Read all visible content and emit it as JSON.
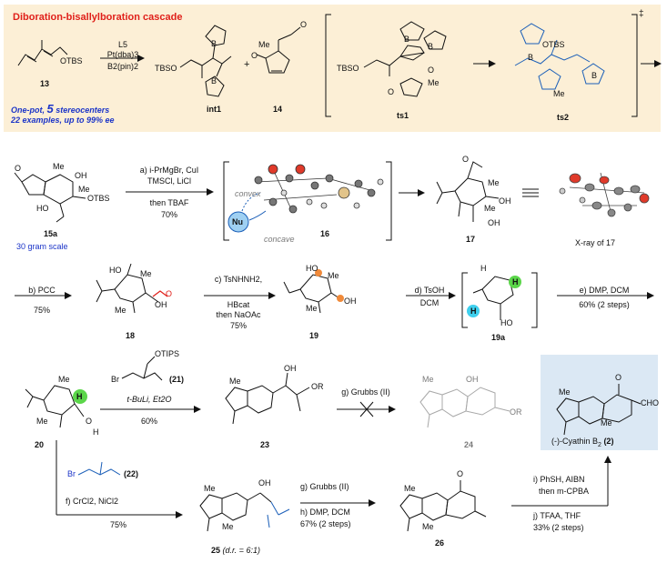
{
  "banner": {
    "title": "Diboration-bisallylboration cascade",
    "onepot_prefix": "One-pot, ",
    "onepot_number": "5",
    "onepot_suffix": " stereocenters",
    "examples": "22 examples, up to 99% ee"
  },
  "compounds": {
    "c13": "13",
    "int1": "int1",
    "c14": "14",
    "ts1": "ts1",
    "ts2": "ts2",
    "c15a": "15a",
    "c16": "16",
    "c17": "17",
    "c18": "18",
    "c19": "19",
    "c19a": "19a",
    "c20": "20",
    "c21": "(21)",
    "c23": "23",
    "c24": "24",
    "c22": "(22)",
    "c25": "25",
    "c25_dr": " (d.r. = 6:1)",
    "c26": "26",
    "cyathin": "(-)-Cyathin B",
    "cyathin_sub": "2",
    "cyathin_num": "(2)"
  },
  "reagents": {
    "step0": [
      "L5",
      "Pt(dba)3",
      "B2(pin)2"
    ],
    "step_a": [
      "a) i-PrMgBr, CuI",
      "TMSCl, LiCl",
      "then TBAF",
      "70%"
    ],
    "step_b": [
      "b) PCC",
      "75%"
    ],
    "step_c": [
      "c) TsNHNH2,",
      "HBcat",
      "then NaOAc",
      "75%"
    ],
    "step_d": [
      "d) TsOH",
      "DCM"
    ],
    "step_e": [
      "e) DMP, DCM",
      "60% (2 steps)"
    ],
    "step_tbuli": [
      "t-BuLi, Et2O",
      "60%"
    ],
    "step_g1": [
      "g) Grubbs (II)"
    ],
    "step_f": [
      "f) CrCl2, NiCl2",
      "75%"
    ],
    "step_gh": [
      "g) Grubbs (II)",
      "h) DMP, DCM",
      "67% (2 steps)"
    ],
    "step_ij": [
      "i) PhSH, AIBN",
      "then m-CPBA",
      "j) TFAA, THF",
      "33% (2 steps)"
    ]
  },
  "notes": {
    "scale": "30 gram scale",
    "xray": "X-ray of 17",
    "convex": "convex",
    "concave": "concave",
    "nu": "Nu",
    "dagger": "‡"
  },
  "atoms": {
    "otbs": "OTBS",
    "tbso": "TBSO",
    "otips": "OTIPS",
    "or": "OR",
    "oh": "OH",
    "ho": "HO",
    "me": "Me",
    "o": "O",
    "b": "B",
    "h": "H",
    "br": "Br",
    "cho": "CHO"
  },
  "colors": {
    "banner_bg": "#fcefd6",
    "title_red": "#e0201a",
    "note_blue": "#1b34c8",
    "highlight_green": "#5bd64a",
    "highlight_cyan": "#3fd0ee",
    "orange": "#f08a3a",
    "cyathin_bg": "#dbe8f4"
  }
}
